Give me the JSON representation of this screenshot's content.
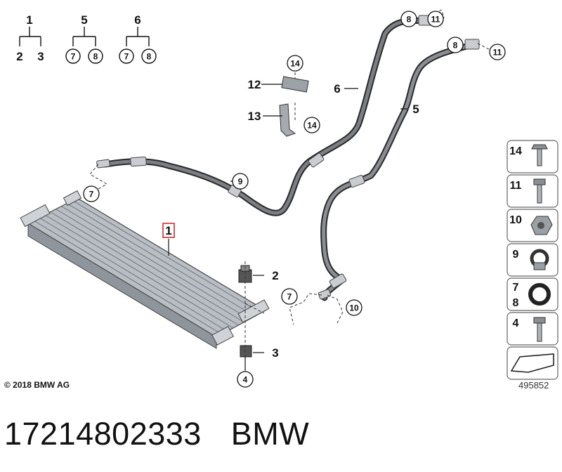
{
  "legend": {
    "group1": {
      "parent": "1",
      "children": [
        "2",
        "3"
      ]
    },
    "group5": {
      "parent": "5",
      "children": [
        "7",
        "8"
      ]
    },
    "group6": {
      "parent": "6",
      "children": [
        "7",
        "8"
      ]
    }
  },
  "callouts": {
    "c1": "1",
    "c2": "2",
    "c3": "3",
    "c4": "4",
    "c5": "5",
    "c6": "6",
    "c7a": "7",
    "c7b": "7",
    "c8a": "8",
    "c8b": "8",
    "c9": "9",
    "c10": "10",
    "c11a": "11",
    "c11b": "11",
    "c12": "12",
    "c13": "13",
    "c14a": "14",
    "c14b": "14"
  },
  "sidebar": {
    "items": [
      "14",
      "11",
      "10",
      "9",
      "7",
      "8",
      "4"
    ]
  },
  "copyright": "© 2018 BMW AG",
  "image_number": "495852",
  "part_number": "17214802333",
  "brand": "BMW"
}
